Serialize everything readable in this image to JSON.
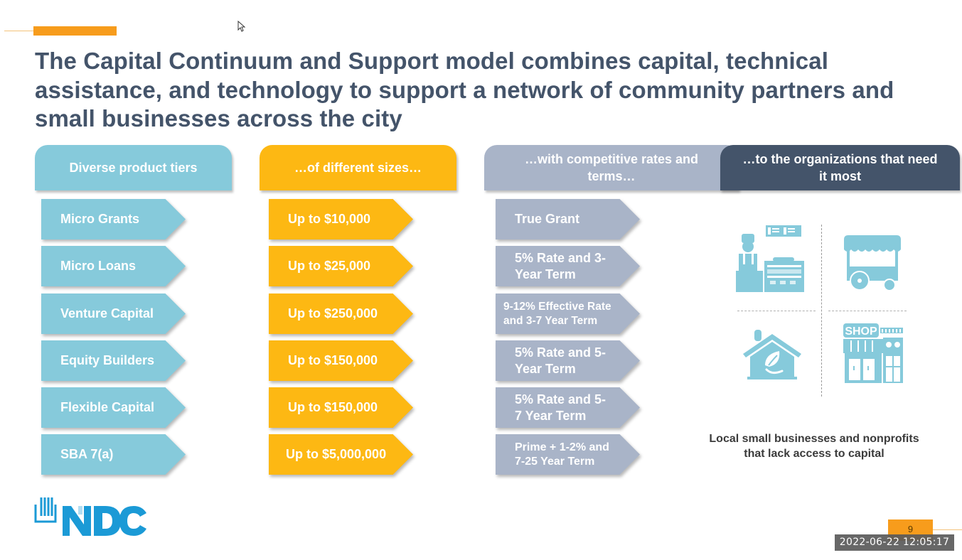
{
  "slide": {
    "title": "The Capital Continuum and Support model combines capital, technical assistance, and technology to support a network of community partners and small businesses across the city",
    "page_number": "9",
    "accent_color": "#f79c1c"
  },
  "columns": [
    {
      "header": "Diverse product tiers",
      "color": "#86cadb",
      "items": [
        "Micro Grants",
        "Micro Loans",
        "Venture Capital",
        "Equity Builders",
        "Flexible Capital",
        "SBA 7(a)"
      ]
    },
    {
      "header": "…of different sizes…",
      "color": "#fdb813",
      "items": [
        "Up to $10,000",
        "Up to $25,000",
        "Up to $250,000",
        "Up to $150,000",
        "Up to $150,000",
        "Up to $5,000,000"
      ]
    },
    {
      "header": "…with competitive rates and terms…",
      "color": "#a9b4c8",
      "items": [
        "True Grant",
        "5% Rate and 3-Year Term",
        "9-12% Effective Rate and 3-7 Year Term",
        "5% Rate and 5-Year Term",
        "5% Rate and 5-7 Year Term",
        "Prime + 1-2% and 7-25 Year Term"
      ]
    },
    {
      "header": "…to the organizations that need it most",
      "color": "#44546a",
      "icons": [
        "restaurant-counter-icon",
        "food-cart-icon",
        "green-home-icon",
        "shop-storefront-icon"
      ],
      "shop_sign": "SHOP",
      "caption": "Local small businesses and nonprofits that lack access to capital"
    }
  ],
  "logo": {
    "text": "NDC",
    "color": "#1b9ad6"
  },
  "overlay": {
    "timestamp": "2022-06-22 12:05:17"
  }
}
